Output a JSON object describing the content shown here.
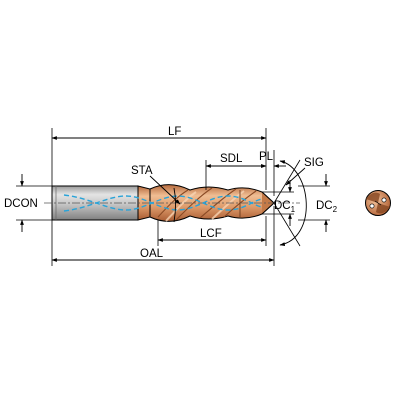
{
  "labels": {
    "lf": "LF",
    "sta": "STA",
    "sdl": "SDL",
    "pl": "PL",
    "sig": "SIG",
    "dcon": "DCON",
    "dc1": "DC",
    "dc1_sub": "1",
    "dc2": "DC",
    "dc2_sub": "2",
    "lcf": "LCF",
    "oal": "OAL"
  },
  "colors": {
    "shank": "#c6c6c6",
    "shank_shade": "#8c8c8c",
    "coating": "#e2a476",
    "coating_dark": "#b86a3e",
    "coolant": "#29a3d8",
    "outline": "#000000"
  }
}
